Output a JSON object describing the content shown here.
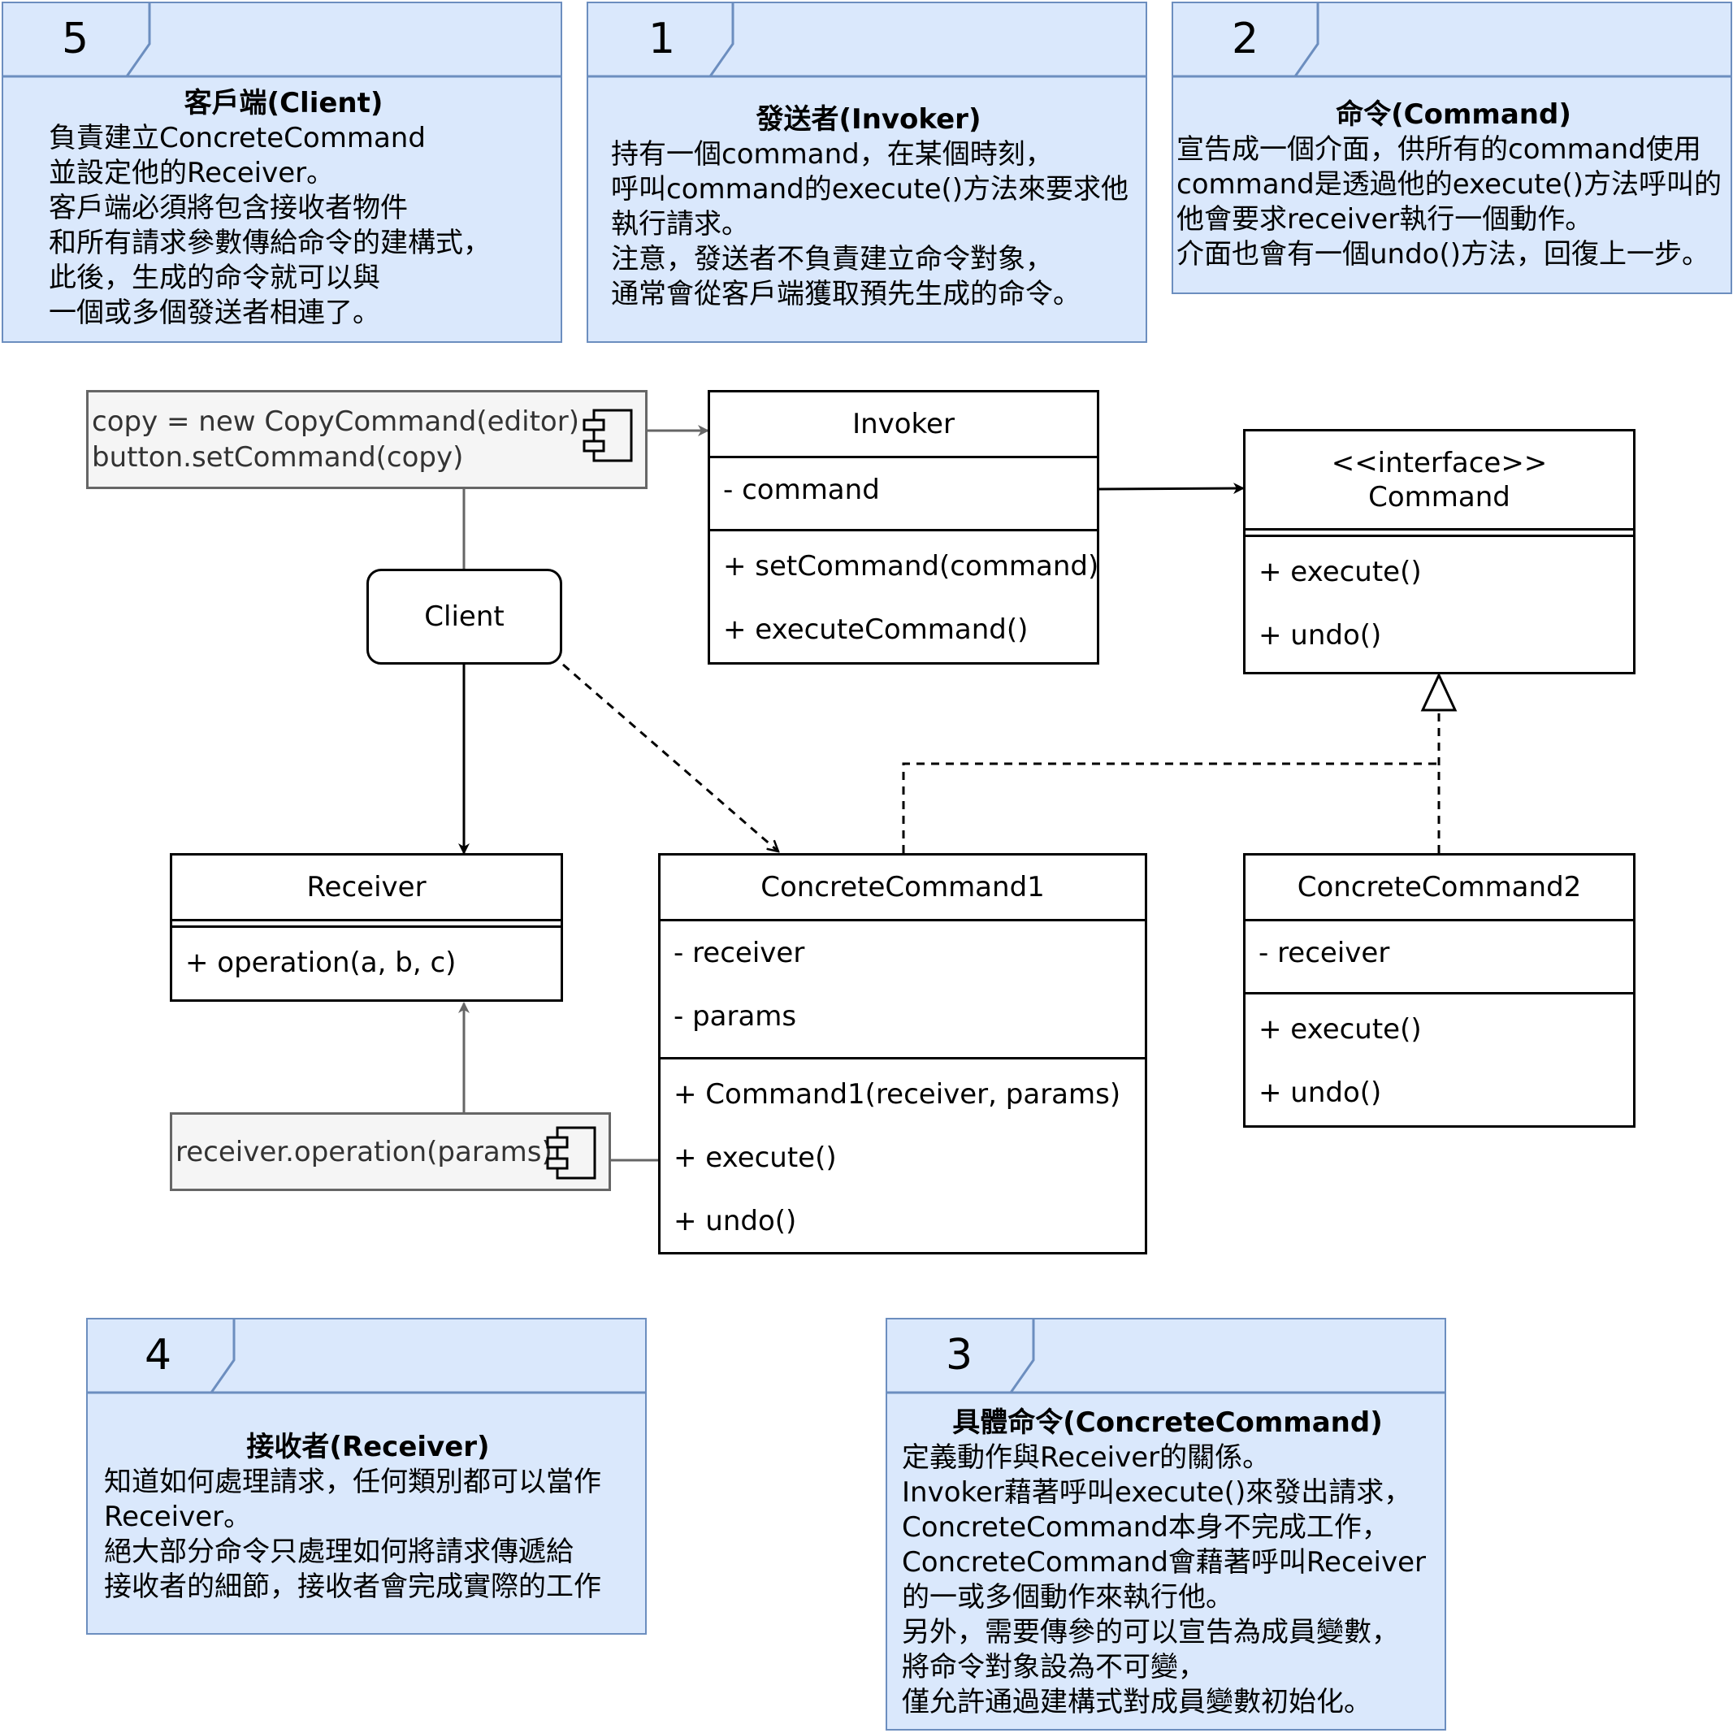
{
  "notes": [
    {
      "num": "5",
      "title": "客戶端(Client)",
      "lines": [
        "負責建立ConcreteCommand",
        "並設定他的Receiver。",
        "客戶端必須將包含接收者物件",
        "和所有請求參數傳給命令的建構式，",
        "此後，生成的命令就可以與",
        "一個或多個發送者相連了。"
      ]
    },
    {
      "num": "1",
      "title": "發送者(Invoker)",
      "lines": [
        "持有一個command，在某個時刻，",
        "呼叫command的execute()方法來要求他",
        "執行請求。",
        "注意，發送者不負責建立命令對象，",
        "通常會從客戶端獲取預先生成的命令。"
      ]
    },
    {
      "num": "2",
      "title": "命令(Command)",
      "lines": [
        "宣告成一個介面，供所有的command使用",
        "command是透過他的execute()方法呼叫的",
        "他會要求receiver執行一個動作。",
        "介面也會有一個undo()方法，回復上一步。"
      ]
    },
    {
      "num": "4",
      "title": "接收者(Receiver)",
      "lines": [
        "知道如何處理請求，任何類別都可以當作",
        "Receiver。",
        "絕大部分命令只處理如何將請求傳遞給",
        "接收者的細節，接收者會完成實際的工作"
      ]
    },
    {
      "num": "3",
      "title": "具體命令(ConcreteCommand)",
      "lines": [
        "定義動作與Receiver的關係。",
        "Invoker藉著呼叫execute()來發出請求，",
        "ConcreteCommand本身不完成工作，",
        "ConcreteCommand會藉著呼叫Receiver",
        "的一或多個動作來執行他。",
        "另外，需要傳參的可以宣告為成員變數，",
        "將命令對象設為不可變，",
        "僅允許通過建構式對成員變數初始化。"
      ]
    }
  ],
  "components": {
    "client_code": [
      "copy = new CopyCommand(editor)",
      "button.setCommand(copy)"
    ],
    "receiver_code": [
      "receiver.operation(params)"
    ]
  },
  "client_label": "Client",
  "classes": {
    "invoker": {
      "name": "Invoker",
      "attrs": [
        "- command"
      ],
      "methods": [
        "+ setCommand(command)",
        "+ executeCommand()"
      ]
    },
    "command": {
      "stereotype": "<<interface>>",
      "name": "Command",
      "methods": [
        "+ execute()",
        "+ undo()"
      ]
    },
    "receiver": {
      "name": "Receiver",
      "methods": [
        "+ operation(a, b, c)"
      ]
    },
    "concrete1": {
      "name": "ConcreteCommand1",
      "attrs": [
        "- receiver",
        "- params"
      ],
      "methods": [
        "+ Command1(receiver, params)",
        "+ execute()",
        "+ undo()"
      ]
    },
    "concrete2": {
      "name": "ConcreteCommand2",
      "attrs": [
        "- receiver"
      ],
      "methods": [
        "+ execute()",
        "+ undo()"
      ]
    }
  },
  "colors": {
    "note_fill": "#dae8fc",
    "note_stroke": "#6c8ebf",
    "component_fill": "#f5f5f5",
    "component_stroke": "#666666"
  }
}
